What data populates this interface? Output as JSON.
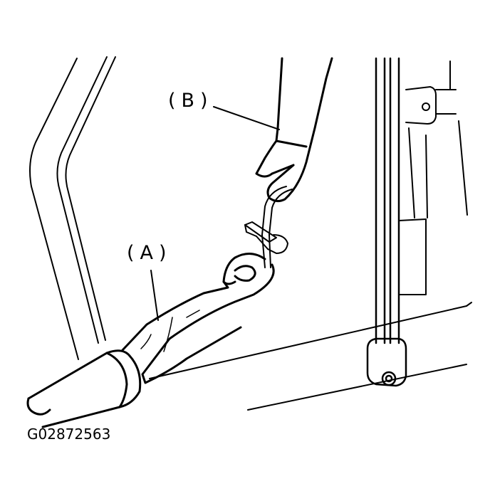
{
  "callouts": {
    "a": "(A)",
    "b": "(B)"
  },
  "figure_id": "G02872563",
  "colors": {
    "line": "#000000",
    "background": "#ffffff"
  }
}
